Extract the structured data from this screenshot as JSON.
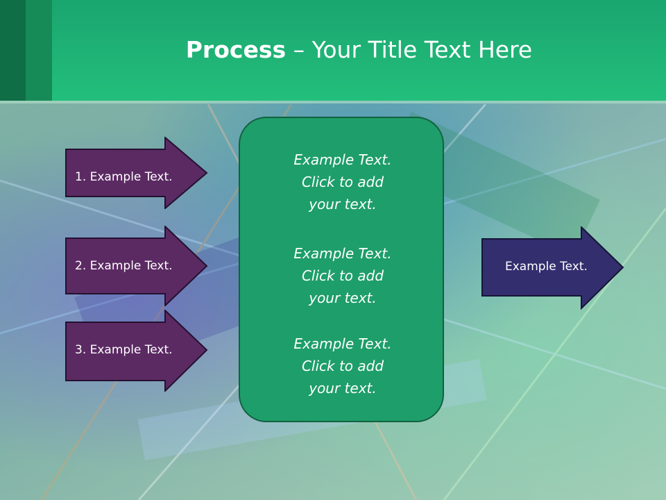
{
  "slide": {
    "title_bold": "Process",
    "title_rest": " – Your Title Text Here"
  },
  "left_arrows": [
    {
      "label": "1. Example Text."
    },
    {
      "label": "2. Example Text."
    },
    {
      "label": "3. Example Text."
    }
  ],
  "center_box": {
    "paragraphs": [
      {
        "line1": "Example Text.",
        "line2": "Click  to add",
        "line3": "your text."
      },
      {
        "line1": "Example Text.",
        "line2": "Click  to add",
        "line3": "your text."
      },
      {
        "line1": "Example Text.",
        "line2": "Click  to add",
        "line3": "your text."
      }
    ]
  },
  "right_arrow": {
    "label": "Example Text."
  },
  "colors": {
    "header": "#23bf7c",
    "left_arrow_fill": "#5b2a63",
    "right_arrow_fill": "#332e6e",
    "center_box_fill": "#1e9e6a"
  }
}
